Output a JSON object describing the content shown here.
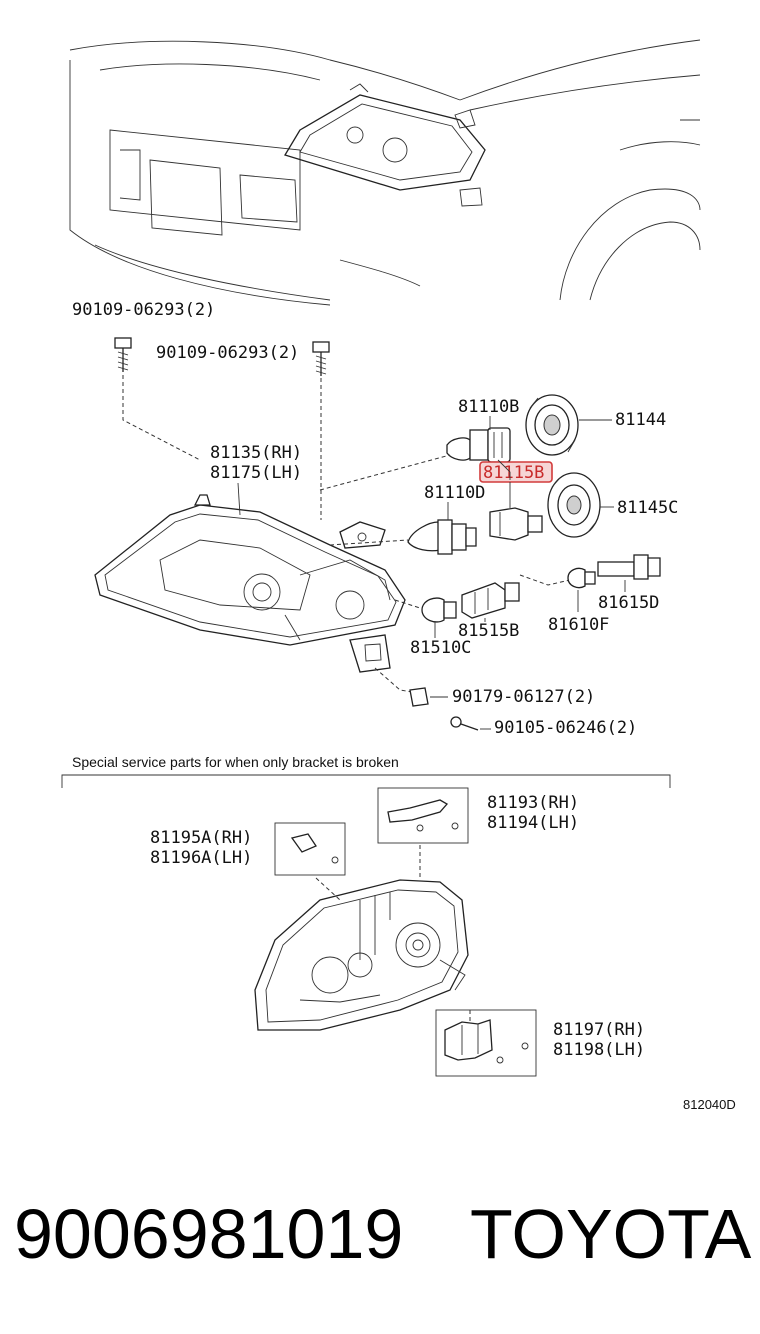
{
  "labels": {
    "bolt_left": "90109-06293(2)",
    "bolt_right": "90109-06293(2)",
    "unit_rh": "81135(RH)",
    "unit_lh": "81175(LH)",
    "bulb_81110b": "81110B",
    "ring_81144": "81144",
    "socket_81115b": "81115B",
    "bulb_81110d": "81110D",
    "ring_81145c": "81145C",
    "socket_81615d": "81615D",
    "bulb_81610f": "81610F",
    "socket_81515b": "81515B",
    "bulb_81510c": "81510C",
    "clip_90179": "90179-06127(2)",
    "screw_90105": "90105-06246(2)",
    "bracket_81193": "81193(RH)",
    "bracket_81194": "81194(LH)",
    "bracket_81195a": "81195A(RH)",
    "bracket_81196a": "81196A(LH)",
    "bracket_81197": "81197(RH)",
    "bracket_81198": "81198(LH)"
  },
  "special_note": "Special service parts for when only bracket is broken",
  "diagram_code": "812040D",
  "part_number": "9006981019",
  "brand": "TOYOTA",
  "highlight_color": "#d23b3b"
}
